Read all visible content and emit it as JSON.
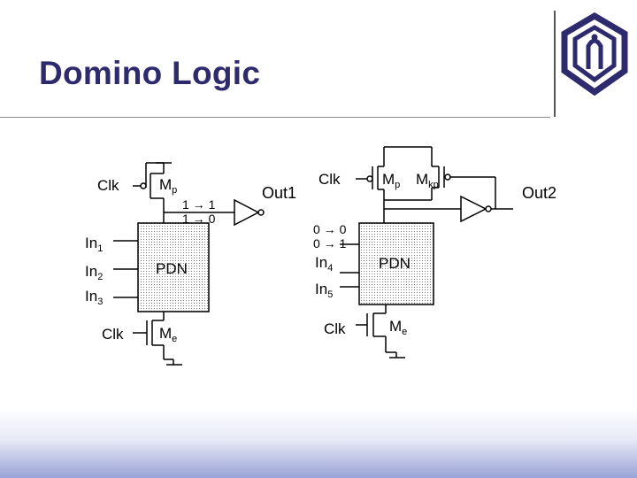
{
  "slide": {
    "title": "Domino Logic",
    "brand_color": "#2e2a6e"
  },
  "logo": {
    "icon": "university-emblem-icon"
  },
  "stage1": {
    "clk_top": "Clk",
    "precharge_name": "M",
    "precharge_sub": "p",
    "trans_a": "1 → 1",
    "trans_b": "1 → 0",
    "in1_name": "In",
    "in1_sub": "1",
    "in2_name": "In",
    "in2_sub": "2",
    "in3_name": "In",
    "in3_sub": "3",
    "pdn_label": "PDN",
    "clk_bottom": "Clk",
    "eval_name": "M",
    "eval_sub": "e",
    "output_label": "Out1"
  },
  "stage2": {
    "clk_top": "Clk",
    "precharge_name": "M",
    "precharge_sub": "p",
    "keeper_name": "M",
    "keeper_sub": "kp",
    "trans_a": "0 → 0",
    "trans_b": "0 → 1",
    "in4_name": "In",
    "in4_sub": "4",
    "in5_name": "In",
    "in5_sub": "5",
    "pdn_label": "PDN",
    "clk_bottom": "Clk",
    "eval_name": "M",
    "eval_sub": "e",
    "output_label": "Out2"
  }
}
